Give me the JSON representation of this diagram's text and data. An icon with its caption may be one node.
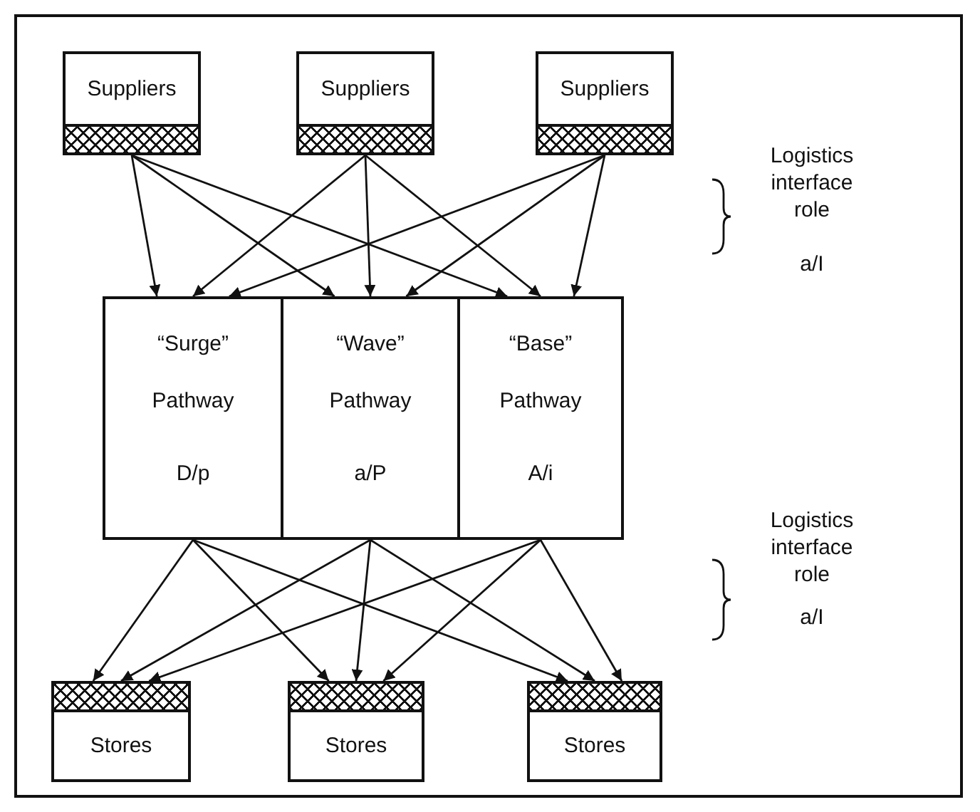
{
  "diagram": {
    "nodes": [
      {
        "text": [
          "Suppliers"
        ]
      },
      {
        "text": [
          "Suppliers"
        ]
      },
      {
        "text": [
          "Suppliers"
        ]
      },
      {
        "text": [
          "“Surge” Pathway",
          "D/p"
        ]
      },
      {
        "text": [
          "“Wave” Pathway",
          "a/P"
        ]
      },
      {
        "text": [
          "“Base” Pathway",
          "A/i"
        ]
      },
      {
        "text": [
          "Stores"
        ]
      },
      {
        "text": [
          "Stores"
        ]
      },
      {
        "text": [
          "Stores"
        ]
      }
    ],
    "edges": [
      {
        "from": 0,
        "to": 3,
        "arrow": "to"
      },
      {
        "from": 0,
        "to": 4,
        "arrow": "to"
      },
      {
        "from": 0,
        "to": 5,
        "arrow": "to"
      },
      {
        "from": 1,
        "to": 3,
        "arrow": "to"
      },
      {
        "from": 1,
        "to": 4,
        "arrow": "to"
      },
      {
        "from": 1,
        "to": 5,
        "arrow": "to"
      },
      {
        "from": 2,
        "to": 3,
        "arrow": "to"
      },
      {
        "from": 2,
        "to": 4,
        "arrow": "to"
      },
      {
        "from": 2,
        "to": 5,
        "arrow": "to"
      },
      {
        "from": 3,
        "to": 6,
        "arrow": "to"
      },
      {
        "from": 3,
        "to": 7,
        "arrow": "to"
      },
      {
        "from": 3,
        "to": 8,
        "arrow": "to"
      },
      {
        "from": 4,
        "to": 6,
        "arrow": "to"
      },
      {
        "from": 4,
        "to": 7,
        "arrow": "to"
      },
      {
        "from": 4,
        "to": 8,
        "arrow": "to"
      },
      {
        "from": 5,
        "to": 6,
        "arrow": "to"
      },
      {
        "from": 5,
        "to": 7,
        "arrow": "to"
      },
      {
        "from": 5,
        "to": 8,
        "arrow": "to"
      }
    ],
    "labels": [
      "Logistics interface role",
      "a/I",
      "Logistics interface role",
      "a/I"
    ]
  }
}
